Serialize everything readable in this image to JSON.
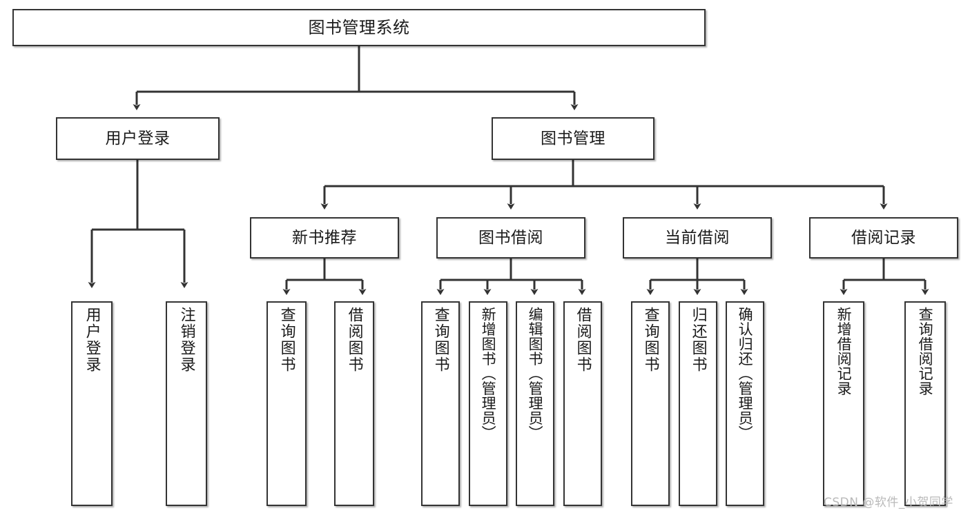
{
  "diagram": {
    "title": "图书管理系统",
    "type": "tree-structure-chart",
    "line_color": "#333333",
    "box_fill": "#ffffff",
    "text_color": "#1a1a1a",
    "nodes": {
      "root": {
        "label": "图书管理系统"
      },
      "level2": [
        {
          "id": "user-login",
          "label": "用户登录"
        },
        {
          "id": "book-manage",
          "label": "图书管理"
        }
      ],
      "level3": [
        {
          "id": "new-book-recommend",
          "label": "新书推荐"
        },
        {
          "id": "book-borrow",
          "label": "图书借阅"
        },
        {
          "id": "current-borrow",
          "label": "当前借阅"
        },
        {
          "id": "borrow-record",
          "label": "借阅记录"
        }
      ],
      "leaves": {
        "user_login": [
          {
            "id": "leaf-user-login",
            "label": "用户登录"
          },
          {
            "id": "leaf-user-logout",
            "label": "注销登录"
          }
        ],
        "new_book_recommend": [
          {
            "id": "leaf-query-book-1",
            "label": "查询图书"
          },
          {
            "id": "leaf-borrow-book-1",
            "label": "借阅图书"
          }
        ],
        "book_borrow": [
          {
            "id": "leaf-query-book-2",
            "label": "查询图书"
          },
          {
            "id": "leaf-add-book",
            "label": "新增图书（管理员）"
          },
          {
            "id": "leaf-edit-book",
            "label": "编辑图书（管理员）"
          },
          {
            "id": "leaf-borrow-book-2",
            "label": "借阅图书"
          }
        ],
        "current_borrow": [
          {
            "id": "leaf-query-book-3",
            "label": "查询图书"
          },
          {
            "id": "leaf-return-book",
            "label": "归还图书"
          },
          {
            "id": "leaf-confirm-return",
            "label": "确认归还（管理员）"
          }
        ],
        "borrow_record": [
          {
            "id": "leaf-add-record",
            "label": "新增借阅记录"
          },
          {
            "id": "leaf-query-record",
            "label": "查询借阅记录"
          }
        ]
      }
    },
    "watermark": "CSDN @软件_小贺同学"
  }
}
